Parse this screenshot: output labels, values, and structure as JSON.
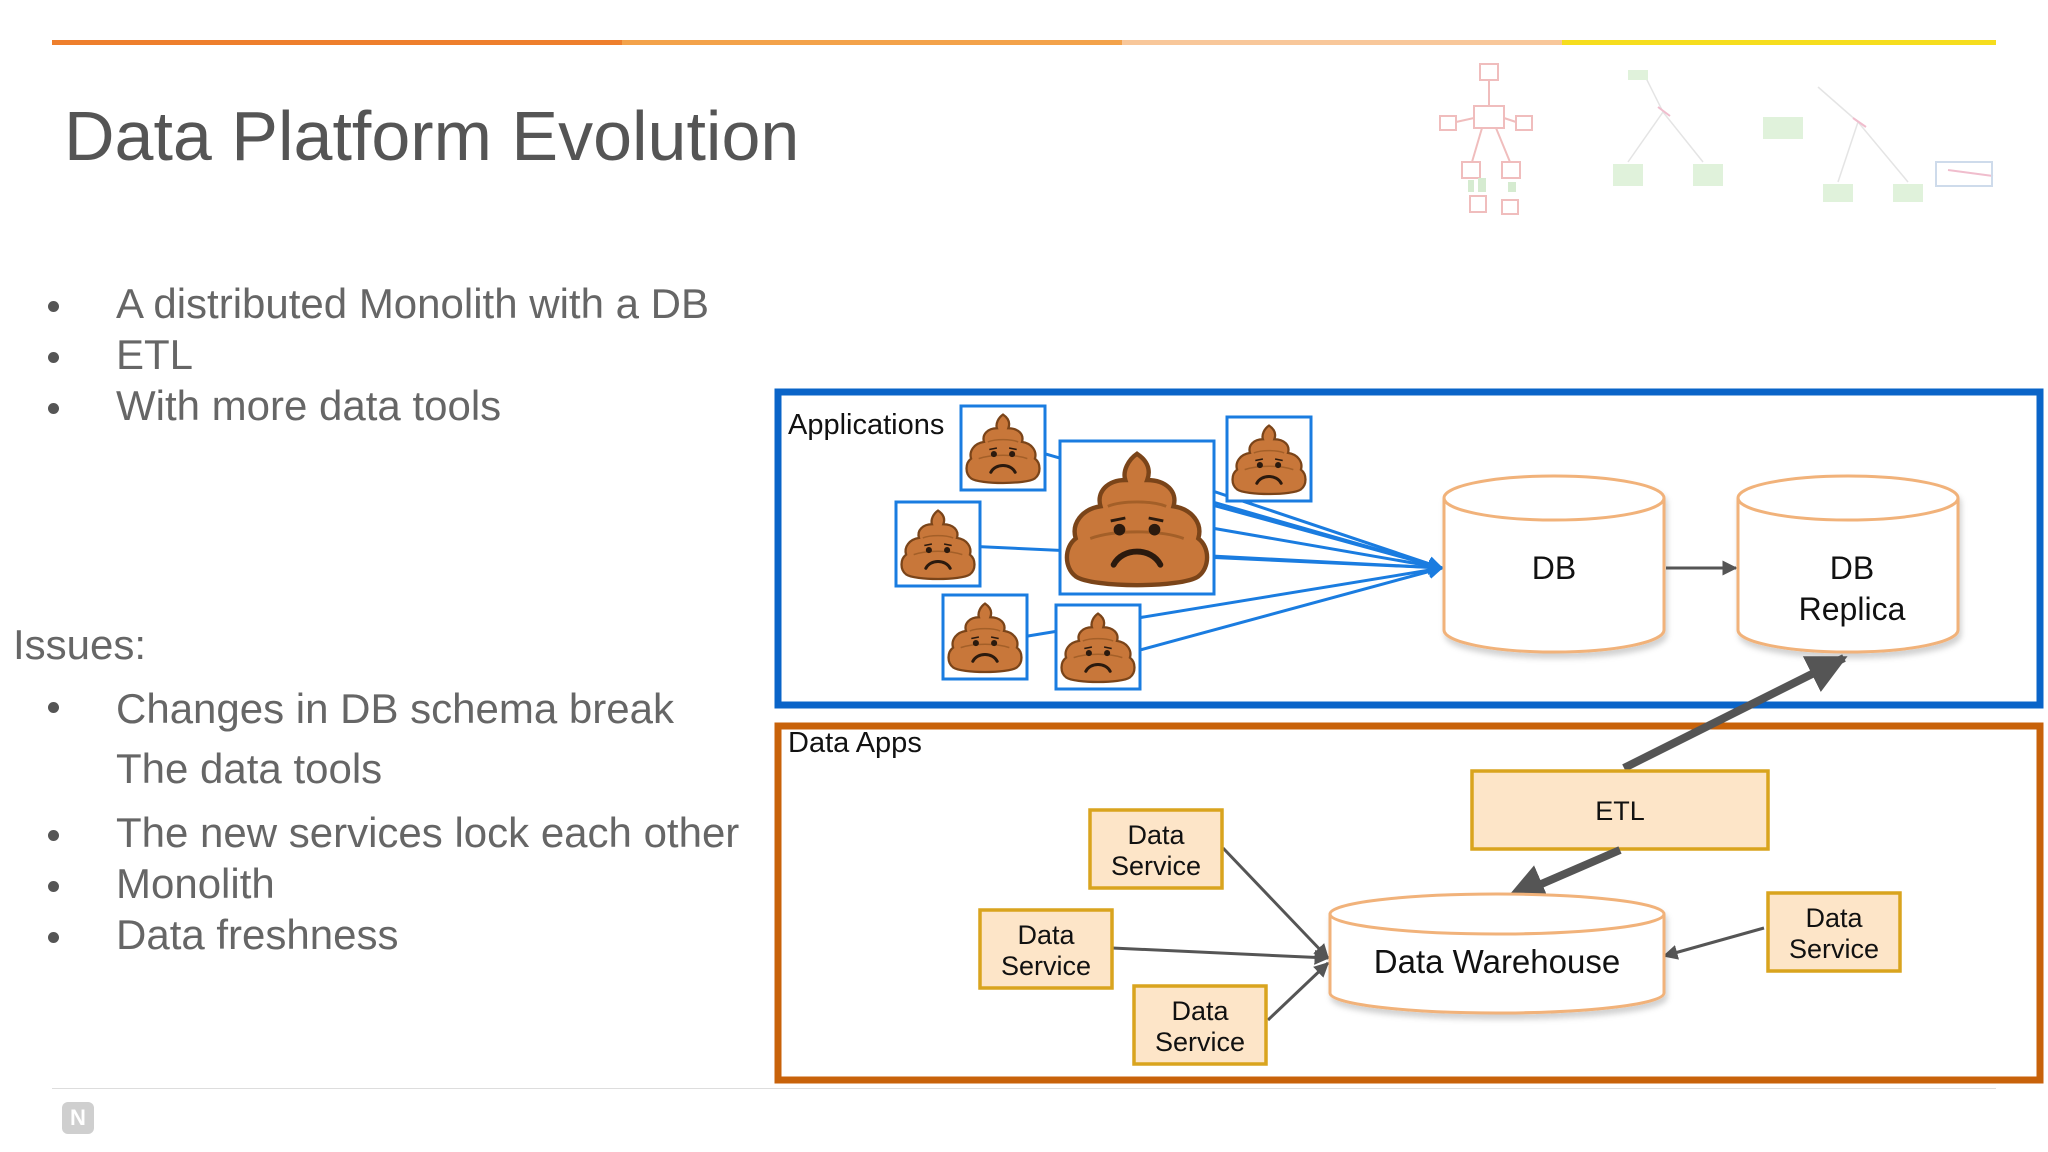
{
  "slide": {
    "title": "Data Platform Evolution",
    "accent_colors": [
      "#ee7f2d",
      "#f3a24a",
      "#f8c79a",
      "#f6dd1e"
    ],
    "bullets": [
      "A distributed Monolith with a DB",
      "ETL",
      "With more data tools"
    ],
    "issues_heading": "Issues:",
    "issues": [
      {
        "line1": "Changes in DB schema break",
        "line2": "The data tools"
      },
      {
        "line1": "The new services lock each other"
      },
      {
        "line1": "Monolith"
      },
      {
        "line1": "Data freshness"
      }
    ],
    "footer_logo_glyph": "N"
  },
  "diagram": {
    "applications_label": "Applications",
    "data_apps_label": "Data Apps",
    "db_label": "DB",
    "db_replica_label_line1": "DB",
    "db_replica_label_line2": "Replica",
    "etl_label": "ETL",
    "warehouse_label": "Data Warehouse",
    "data_service_line1": "Data",
    "data_service_line2": "Service",
    "app_icon": "sad-poop-icon",
    "colors": {
      "applications_border": "#0a64c8",
      "data_apps_border": "#c8620a",
      "icon_box_border": "#1a7ce0",
      "service_fill": "#fde5c8",
      "service_border": "#d9a41e",
      "cylinder_border": "#f1b27a",
      "blue_arrows": "#1a7ce0",
      "grey_arrows": "#555555",
      "icon_fill": "#c8773a"
    }
  }
}
